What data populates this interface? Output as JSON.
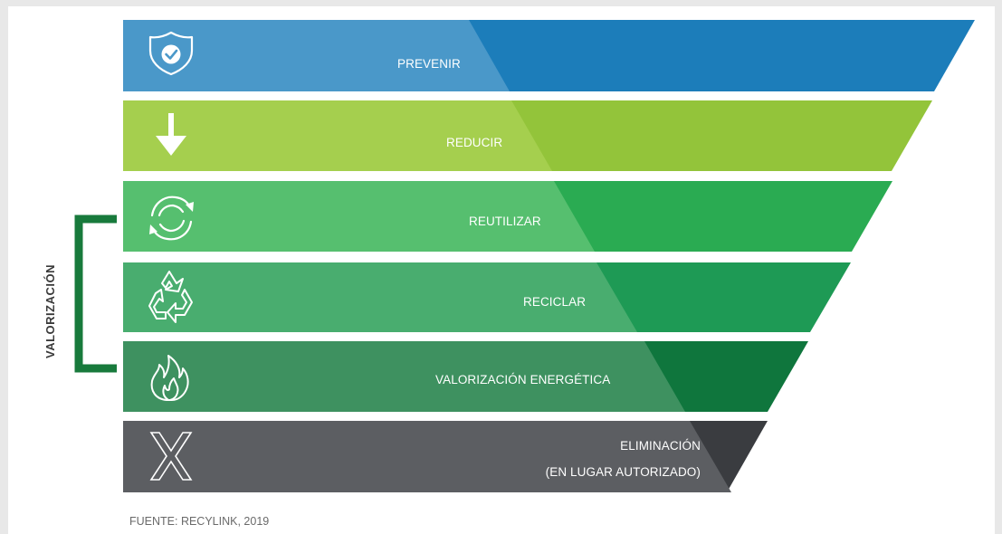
{
  "levels": [
    {
      "label": "PREVENIR",
      "icon": "shield-check-icon",
      "color_left": "#4a98c9",
      "color_right": "#1c7dba"
    },
    {
      "label": "REDUCIR",
      "icon": "arrow-down-icon",
      "color_left": "#a5cf4e",
      "color_right": "#93c43a"
    },
    {
      "label": "REUTILIZAR",
      "icon": "reuse-arrows-icon",
      "color_left": "#56bf6f",
      "color_right": "#2aab52"
    },
    {
      "label": "RECICLAR",
      "icon": "recycle-icon",
      "color_left": "#49ad6f",
      "color_right": "#1e9a55"
    },
    {
      "label": "VALORIZACIÓN ENERGÉTICA",
      "icon": "flame-icon",
      "color_left": "#3e9160",
      "color_right": "#0f763d"
    },
    {
      "label_line1": "ELIMINACIÓN",
      "label_line2": "(EN LUGAR AUTORIZADO)",
      "icon": "x-icon",
      "color_left": "#5c5e62",
      "color_right": "#3a3c40"
    }
  ],
  "bracket": {
    "label": "VALORIZACIÓN",
    "color": "#187a3c"
  },
  "source": "FUENTE: RECYLINK, 2019"
}
